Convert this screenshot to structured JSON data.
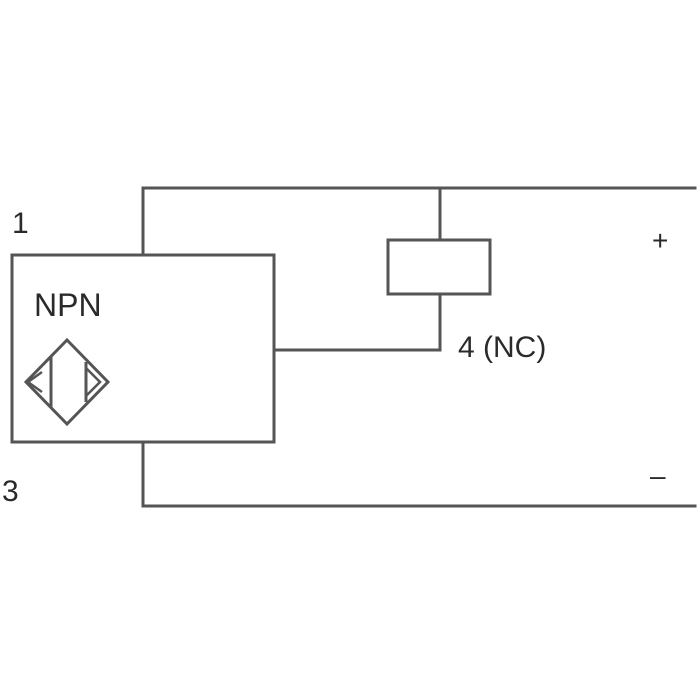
{
  "diagram": {
    "sensor_type": "NPN",
    "pin_1": "1",
    "pin_3": "3",
    "pin_4": "4 (NC)",
    "supply_positive": "+",
    "supply_negative": "–",
    "sensor_symbol": "inductive-proximity-sensor-icon",
    "line_color": "#555555",
    "text_color": "#2a2a2a"
  }
}
